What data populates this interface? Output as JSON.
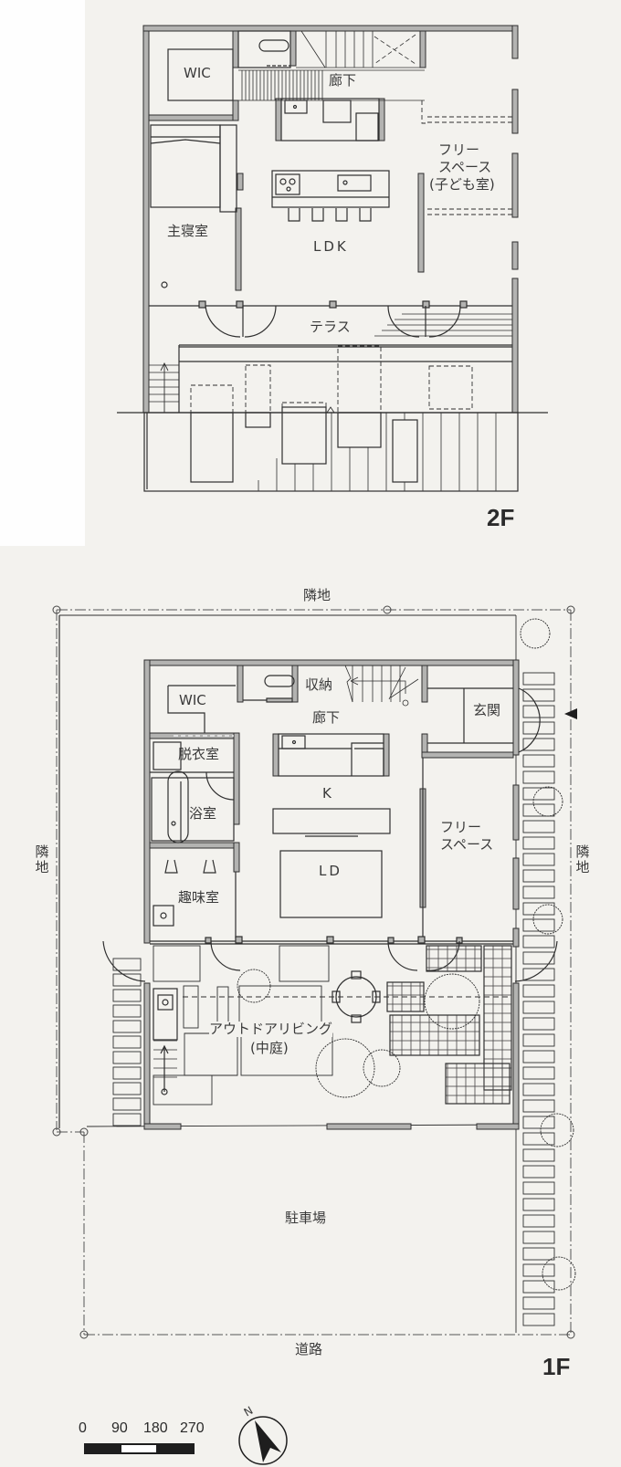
{
  "floor_2f": {
    "label": "2F",
    "rooms": {
      "wic": "WIC",
      "corridor": "廊下",
      "master_bedroom": "主寝室",
      "ldk": "LDK",
      "free_space_line1": "フリー",
      "free_space_line2": "スペース",
      "free_space_line3": "(子ども室)",
      "terrace": "テラス"
    }
  },
  "floor_1f": {
    "label": "1F",
    "rooms": {
      "wic": "WIC",
      "storage": "収納",
      "corridor": "廊下",
      "entrance": "玄関",
      "dressing_room": "脱衣室",
      "bathroom": "浴室",
      "hobby_room": "趣味室",
      "kitchen": "K",
      "living_dining": "LD",
      "free_space_line1": "フリー",
      "free_space_line2": "スペース",
      "outdoor_living_line1": "アウトドアリビング",
      "outdoor_living_line2": "(中庭)",
      "parking": "駐車場"
    },
    "site": {
      "neighbor_top": "隣地",
      "neighbor_left": "隣\n地",
      "neighbor_right": "隣\n地",
      "road": "道路"
    }
  },
  "scale_bar": {
    "ticks": [
      "0",
      "90",
      "180",
      "270"
    ]
  },
  "north_arrow": {
    "label": "N"
  },
  "colors": {
    "background": "#f3f2ee",
    "wall_fill": "#b3b3b1",
    "line": "#2f2f2f"
  }
}
